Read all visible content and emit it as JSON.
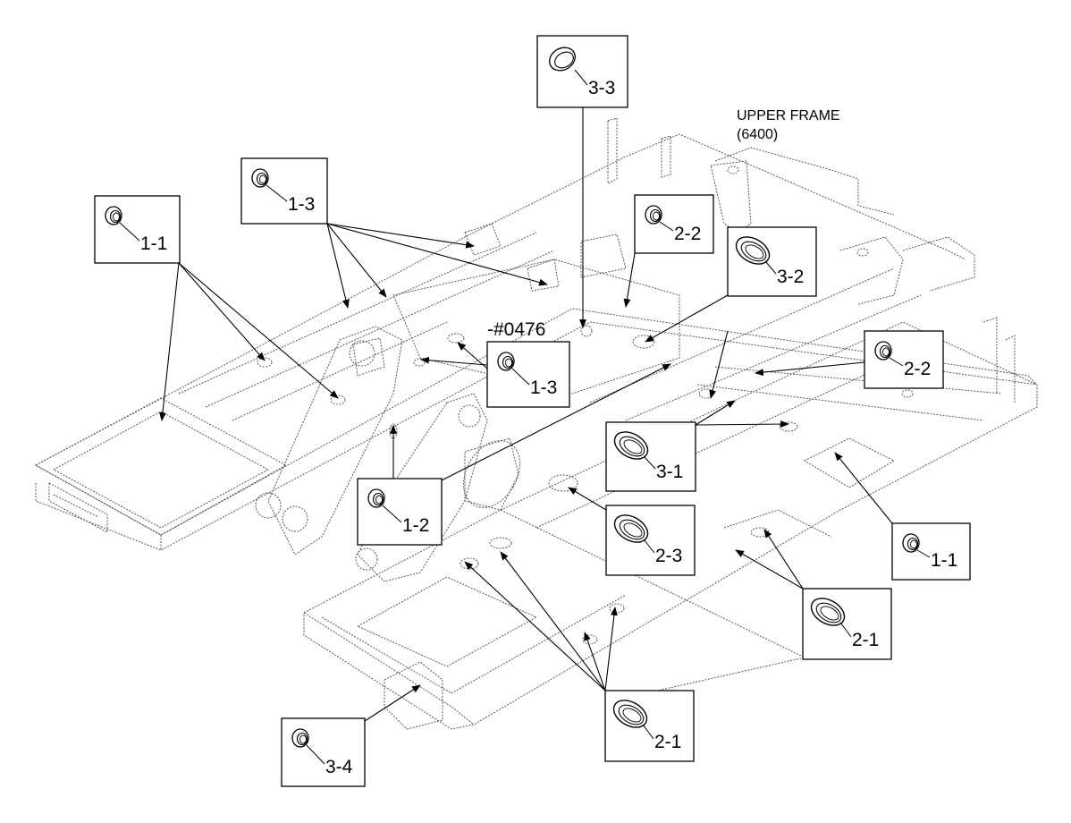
{
  "title": {
    "line1": "UPPER FRAME",
    "line2": "(6400)"
  },
  "serial_note": "-#0476",
  "callouts": [
    {
      "id": "c-1-1-left",
      "label": "1-1",
      "part": "round-plug"
    },
    {
      "id": "c-1-3-top",
      "label": "1-3",
      "part": "round-plug"
    },
    {
      "id": "c-3-3",
      "label": "3-3",
      "part": "ring-seal"
    },
    {
      "id": "c-2-2-top",
      "label": "2-2",
      "part": "round-plug"
    },
    {
      "id": "c-3-2",
      "label": "3-2",
      "part": "oval-plug"
    },
    {
      "id": "c-1-3-mid",
      "label": "1-3",
      "part": "round-plug"
    },
    {
      "id": "c-2-2-right",
      "label": "2-2",
      "part": "round-plug"
    },
    {
      "id": "c-3-1",
      "label": "3-1",
      "part": "oval-plug"
    },
    {
      "id": "c-1-2",
      "label": "1-2",
      "part": "round-plug"
    },
    {
      "id": "c-2-3",
      "label": "2-3",
      "part": "oval-plug"
    },
    {
      "id": "c-1-1-right",
      "label": "1-1",
      "part": "round-plug"
    },
    {
      "id": "c-2-1-right",
      "label": "2-1",
      "part": "oval-plug"
    },
    {
      "id": "c-2-1-bottom",
      "label": "2-1",
      "part": "oval-plug"
    },
    {
      "id": "c-3-4",
      "label": "3-4",
      "part": "round-plug"
    }
  ]
}
